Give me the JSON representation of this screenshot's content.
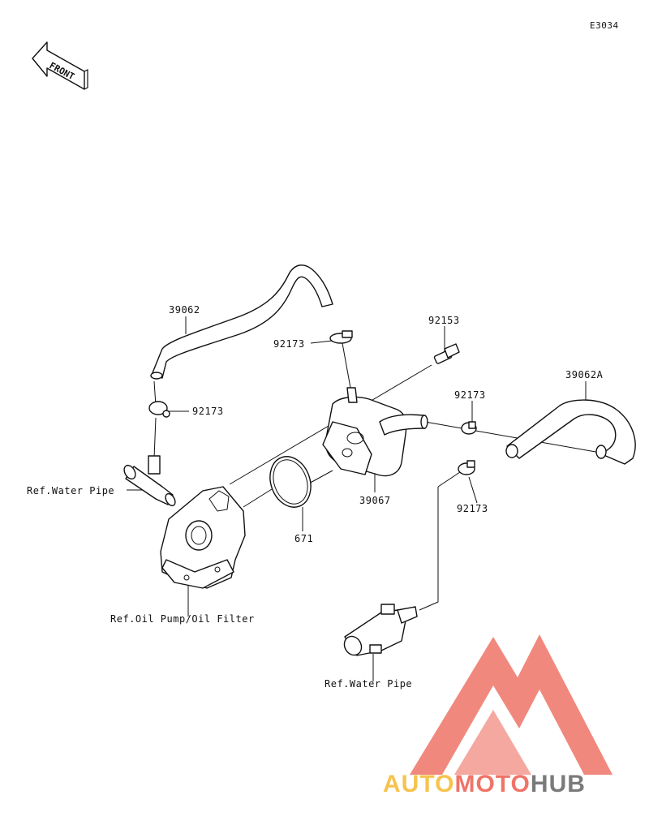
{
  "diagram_code": "E3034",
  "front_label": "FRONT",
  "labels": {
    "hose_upper": "39062",
    "clamp_upper": "92173",
    "bolt": "92153",
    "hose_right": "39062A",
    "clamp_left": "92173",
    "clamp_right_upper": "92173",
    "cooler": "39067",
    "clamp_right_lower": "92173",
    "ref_water_pipe_left": "Ref.Water Pipe",
    "oring": "671",
    "ref_oil_pump": "Ref.Oil Pump/Oil Filter",
    "ref_water_pipe_bottom": "Ref.Water Pipe"
  },
  "watermark": {
    "part1": "AUTO",
    "part2": "MOTO",
    "part3": "HUB",
    "color_part1": "#f6c34e",
    "color_part2": "#ef7468",
    "color_part3": "#7a7a7a",
    "logo_color": "#ef7468"
  }
}
